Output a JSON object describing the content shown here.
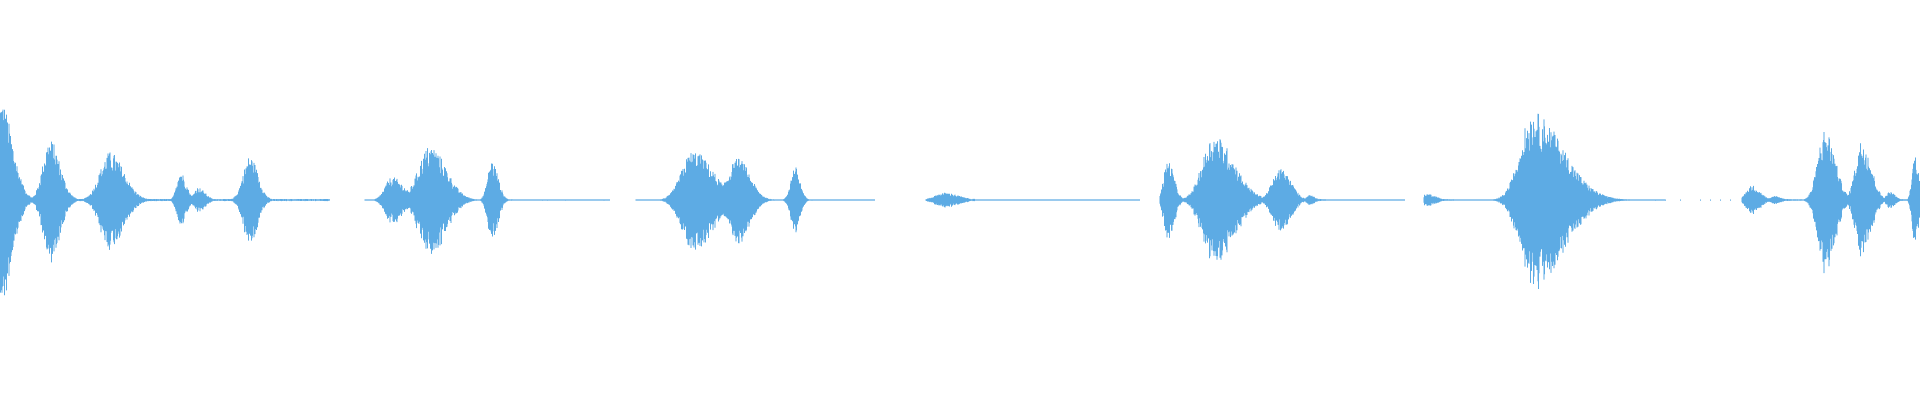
{
  "waveform": {
    "color": "#5dabe4",
    "background": "#ffffff",
    "total_samples": 1920,
    "segments": [
      {
        "start": 0,
        "end": 330,
        "bursts": [
          [
            0,
            12,
            0.98,
            0.5
          ],
          [
            50,
            10,
            0.58,
            0.5
          ],
          [
            110,
            14,
            0.46,
            0.5
          ],
          [
            180,
            6,
            0.28,
            0.4
          ],
          [
            198,
            7,
            0.12,
            0.4
          ],
          [
            250,
            8,
            0.42,
            0.6
          ]
        ],
        "floor": 0.01
      },
      {
        "start": 365,
        "end": 610,
        "bursts": [
          [
            392,
            12,
            0.22,
            0.4
          ],
          [
            430,
            16,
            0.52,
            0.5
          ],
          [
            492,
            6,
            0.38,
            0.5
          ]
        ],
        "floor": 0.006
      },
      {
        "start": 636,
        "end": 875,
        "bursts": [
          [
            693,
            20,
            0.47,
            0.4
          ],
          [
            738,
            12,
            0.4,
            0.6
          ],
          [
            795,
            5,
            0.32,
            0.6
          ]
        ],
        "floor": 0.004
      },
      {
        "start": 926,
        "end": 975,
        "bursts": [
          [
            945,
            14,
            0.07,
            0.5
          ]
        ],
        "floor": 0.002
      },
      {
        "start": 975,
        "end": 1140,
        "bursts": [],
        "floor": 0.003
      },
      {
        "start": 1160,
        "end": 1405,
        "bursts": [
          [
            1168,
            6,
            0.38,
            0.5
          ],
          [
            1214,
            20,
            0.62,
            0.4
          ],
          [
            1281,
            10,
            0.3,
            0.6
          ],
          [
            1310,
            5,
            0.05,
            0.5
          ]
        ],
        "floor": 0.004
      },
      {
        "start": 1424,
        "end": 1665,
        "bursts": [
          [
            1428,
            8,
            0.06,
            0.5
          ],
          [
            1533,
            30,
            0.84,
            0.3
          ]
        ],
        "floor": 0.004
      },
      {
        "start": 1742,
        "end": 1920,
        "bursts": [
          [
            1752,
            8,
            0.14,
            0.5
          ],
          [
            1775,
            6,
            0.04,
            0.5
          ],
          [
            1825,
            10,
            0.68,
            0.5
          ],
          [
            1862,
            9,
            0.58,
            0.5
          ],
          [
            1890,
            5,
            0.08,
            0.5
          ],
          [
            1915,
            4,
            0.44,
            0.5
          ]
        ],
        "floor": 0.008
      }
    ],
    "sparse_dots": [
      1655,
      1665,
      1680,
      1700,
      1710,
      1720,
      1730
    ]
  }
}
